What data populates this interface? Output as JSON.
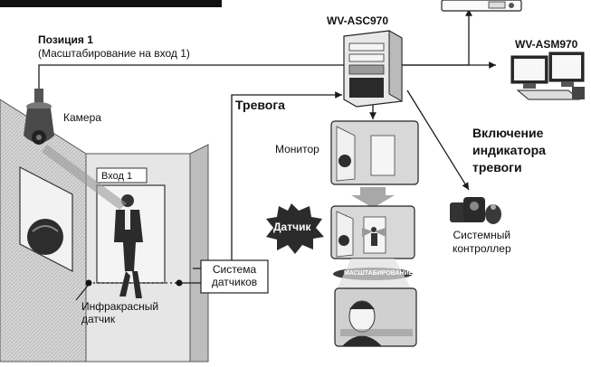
{
  "labels": {
    "position": "Позиция 1",
    "position_note": "(Масштабирование на вход 1)",
    "camera": "Камера",
    "entrance": "Вход 1",
    "ir_sensor": "Инфракрасный\nдатчик",
    "sensor_system": "Система\nдатчиков",
    "alarm": "Тревога",
    "asc970": "WV-ASC970",
    "asm970": "WV-ASM970",
    "monitor": "Монитор",
    "sensor_burst": "Датчик",
    "zoom_label": "МАСШТАБИРОВАНИЕ",
    "alarm_indicator": "Включение\nиндикатора\nтревоги",
    "system_controller": "Системный\nконтроллер"
  },
  "colors": {
    "line": "#1a1a1a",
    "wall": "#cfcfcf",
    "wall_dark": "#9a9a9a",
    "burst": "#2b2b2b",
    "arrow_fill": "#a8a8a8",
    "zoom_oval": "#3a3a3a"
  }
}
